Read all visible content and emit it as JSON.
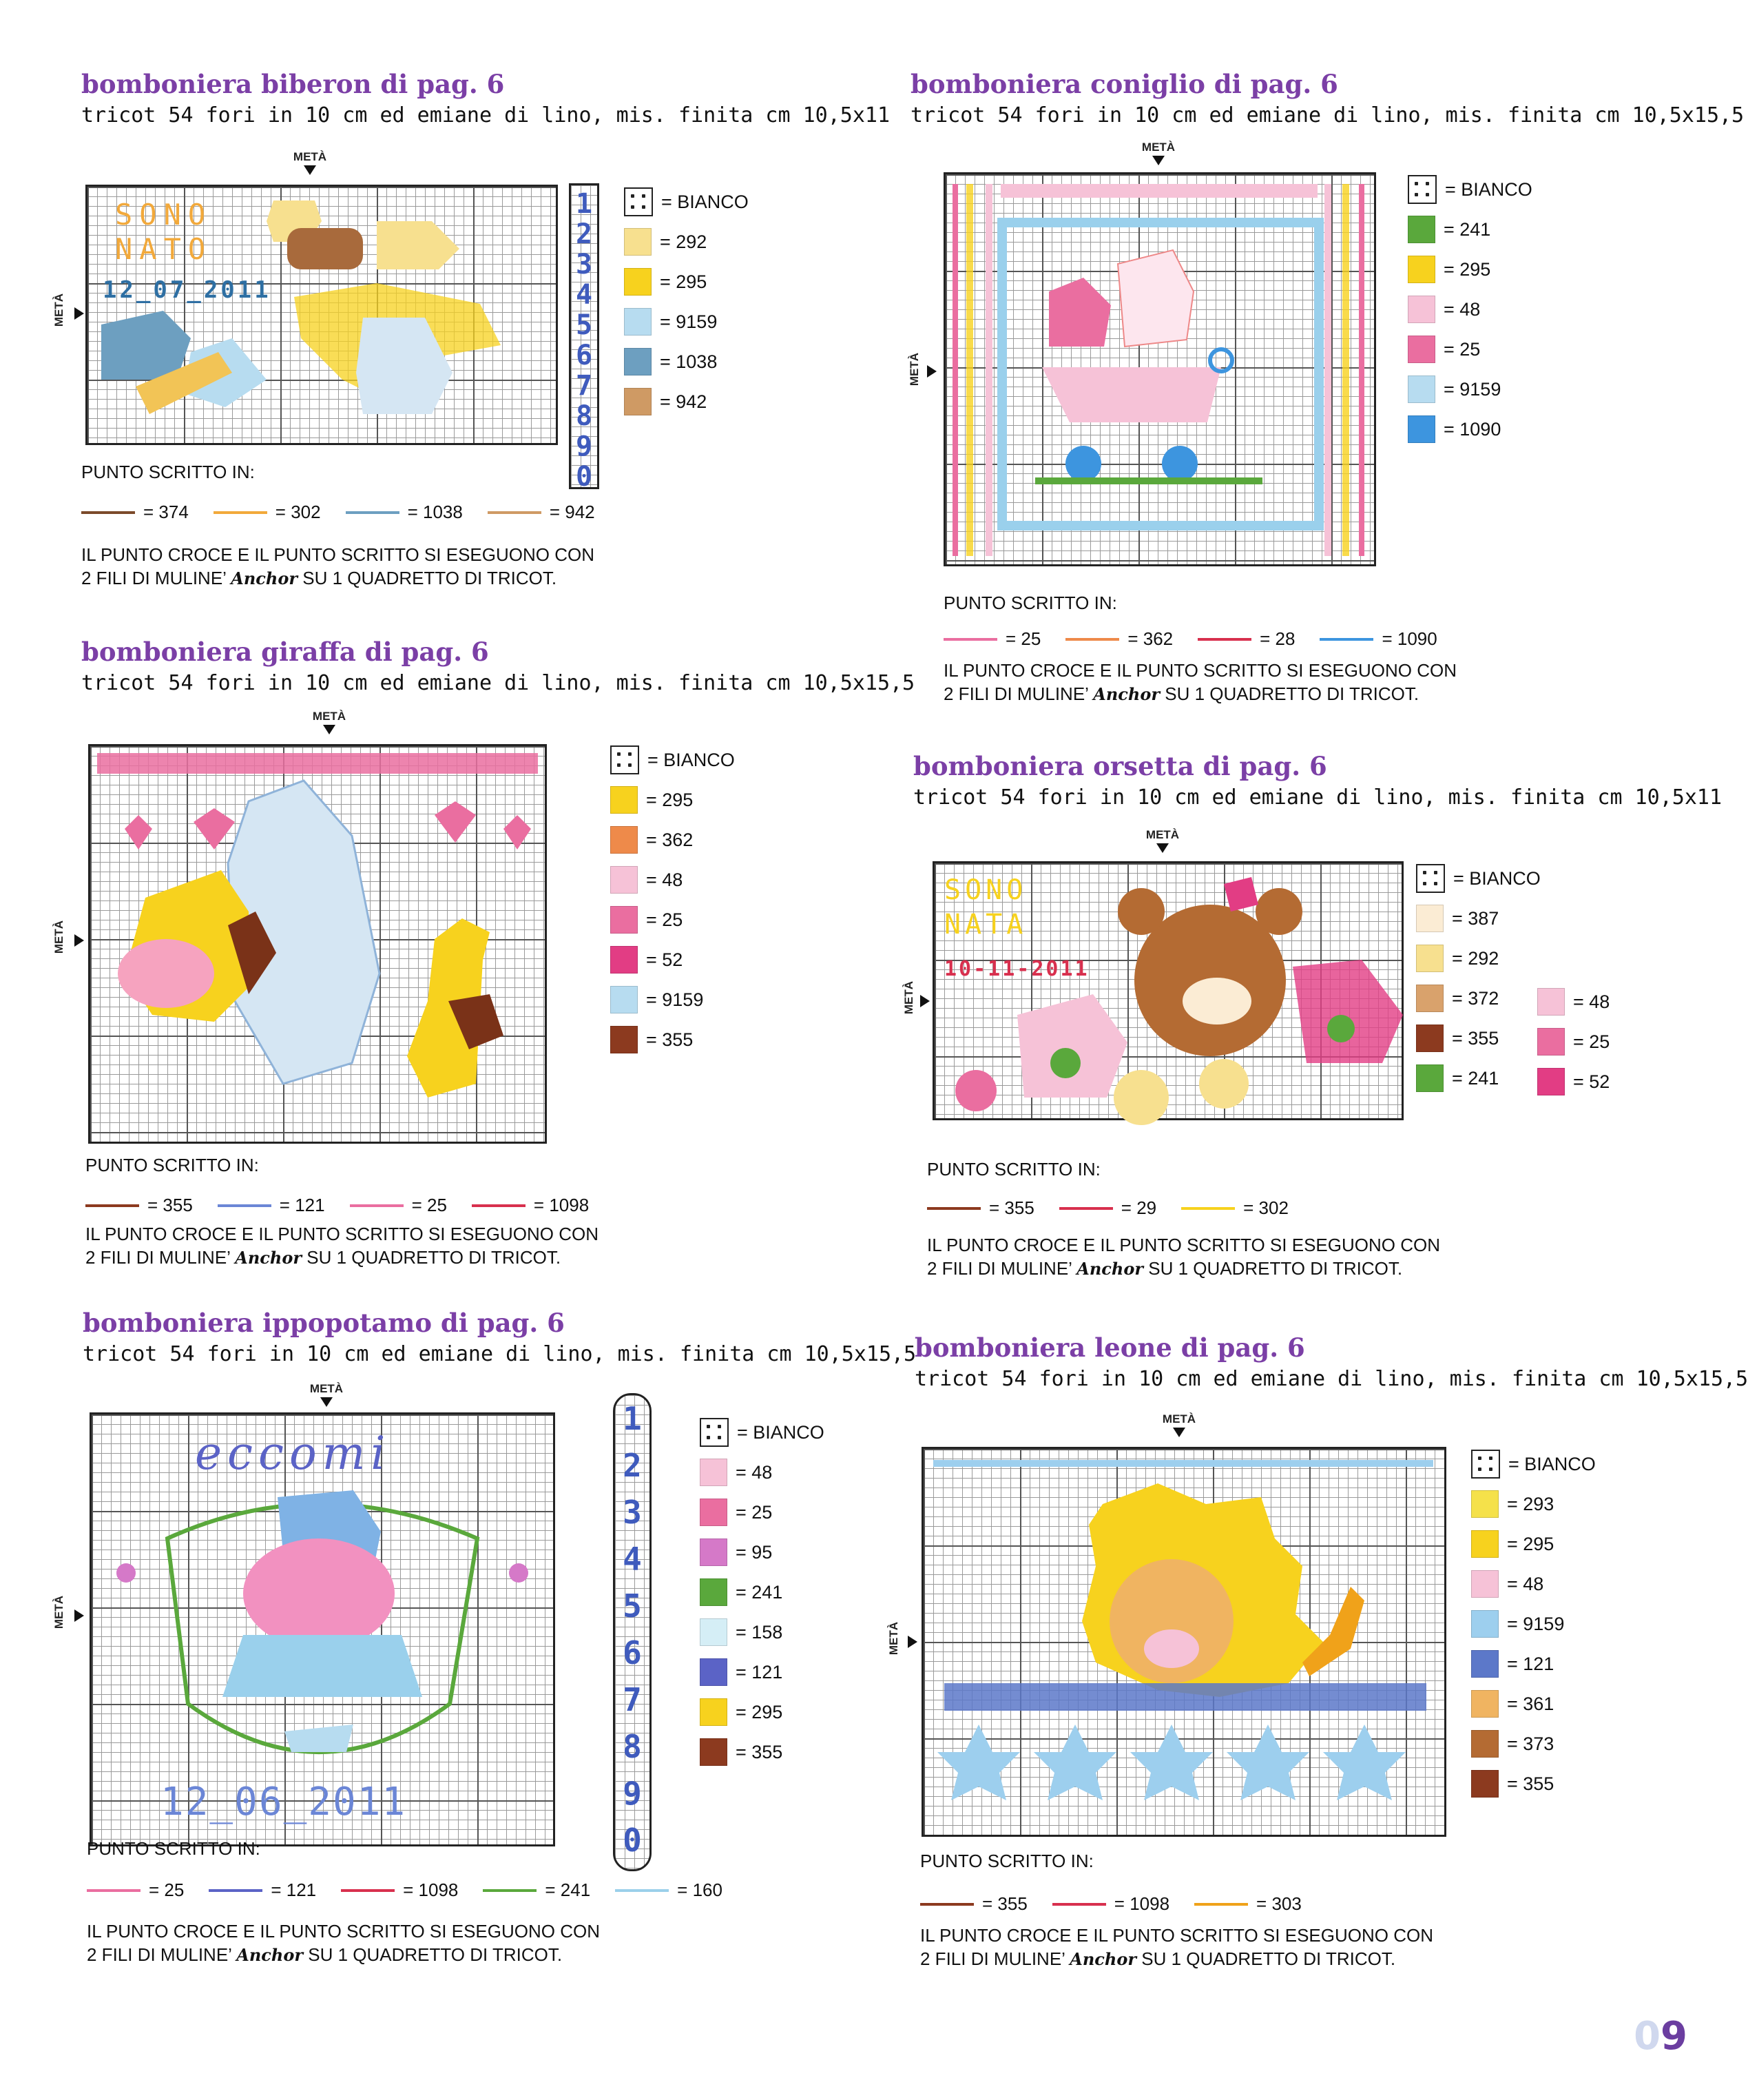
{
  "page_number": "9",
  "meta_label": "METÀ",
  "punto_scritto_label": "PUNTO SCRITTO IN:",
  "note_line1": "IL PUNTO CROCE E IL PUNTO SCRITTO SI ESEGUONO CON",
  "note_line2_pre": "2 FILI DI MULINE’",
  "note_brand": "Anchor",
  "note_line2_post": "SU 1 QUADRETTO DI TRICOT.",
  "sections": [
    {
      "title": "bomboniera biberon di pag. 6",
      "subtitle": "tricot 54 fori in 10 cm ed emiane di lino, mis. finita cm 10,5x11",
      "chart_text": [
        "SONO",
        "NATO",
        "12_07_2011"
      ],
      "numbers": [
        "1",
        "2",
        "3",
        "4",
        "5",
        "6",
        "7",
        "8",
        "9",
        "0"
      ],
      "legend": [
        {
          "code": "BIANCO",
          "color": "#ffffff",
          "bianco": true
        },
        {
          "code": "292",
          "color": "#f7e08f"
        },
        {
          "code": "295",
          "color": "#f7d21e"
        },
        {
          "code": "9159",
          "color": "#b7dcf0"
        },
        {
          "code": "1038",
          "color": "#6d9fc0"
        },
        {
          "code": "942",
          "color": "#cf9a64"
        }
      ],
      "punto_scritto": [
        {
          "code": "374",
          "color": "#7b4a2a"
        },
        {
          "code": "302",
          "color": "#f2a93b"
        },
        {
          "code": "1038",
          "color": "#6d9fc0"
        },
        {
          "code": "942",
          "color": "#cf9a64"
        }
      ]
    },
    {
      "title": "bomboniera coniglio di pag. 6",
      "subtitle": "tricot 54 fori in 10 cm ed emiane di lino, mis. finita cm 10,5x15,5",
      "legend": [
        {
          "code": "BIANCO",
          "color": "#ffffff",
          "bianco": true
        },
        {
          "code": "241",
          "color": "#5aa83c"
        },
        {
          "code": "295",
          "color": "#f7d21e"
        },
        {
          "code": "48",
          "color": "#f6c2d7"
        },
        {
          "code": "25",
          "color": "#ea6ea0"
        },
        {
          "code": "9159",
          "color": "#b7dcf0"
        },
        {
          "code": "1090",
          "color": "#3d95df"
        }
      ],
      "punto_scritto": [
        {
          "code": "25",
          "color": "#ea6ea0"
        },
        {
          "code": "362",
          "color": "#ee8a4a"
        },
        {
          "code": "28",
          "color": "#d8304e"
        },
        {
          "code": "1090",
          "color": "#3d95df"
        }
      ]
    },
    {
      "title": "bomboniera giraffa di pag. 6",
      "subtitle": "tricot 54 fori in 10 cm ed emiane di lino, mis. finita cm 10,5x15,5",
      "legend": [
        {
          "code": "BIANCO",
          "color": "#ffffff",
          "bianco": true
        },
        {
          "code": "295",
          "color": "#f7d21e"
        },
        {
          "code": "362",
          "color": "#ee8a4a"
        },
        {
          "code": "48",
          "color": "#f6c2d7"
        },
        {
          "code": "25",
          "color": "#ea6ea0"
        },
        {
          "code": "52",
          "color": "#e23d84"
        },
        {
          "code": "9159",
          "color": "#b7dcf0"
        },
        {
          "code": "355",
          "color": "#8c3a1f"
        }
      ],
      "punto_scritto": [
        {
          "code": "355",
          "color": "#8c3a1f"
        },
        {
          "code": "121",
          "color": "#6b86d6"
        },
        {
          "code": "25",
          "color": "#ea6ea0"
        },
        {
          "code": "1098",
          "color": "#d8304e"
        }
      ]
    },
    {
      "title": "bomboniera orsetta di pag. 6",
      "subtitle": "tricot 54 fori in 10 cm ed emiane di lino, mis. finita cm 10,5x11",
      "chart_text": [
        "SONO",
        "NATA",
        "10-11-2011"
      ],
      "legend": [
        {
          "code": "BIANCO",
          "color": "#ffffff",
          "bianco": true
        },
        {
          "code": "387",
          "color": "#fbecd4"
        },
        {
          "code": "292",
          "color": "#f7e08f"
        },
        {
          "code": "372",
          "color": "#d9a26c"
        },
        {
          "code": "355",
          "color": "#8c3a1f"
        },
        {
          "code": "241",
          "color": "#5aa83c"
        }
      ],
      "legend2": [
        {
          "code": "48",
          "color": "#f6c2d7"
        },
        {
          "code": "25",
          "color": "#ea6ea0"
        },
        {
          "code": "52",
          "color": "#e23d84"
        }
      ],
      "punto_scritto": [
        {
          "code": "355",
          "color": "#8c3a1f"
        },
        {
          "code": "29",
          "color": "#d8304e"
        },
        {
          "code": "302",
          "color": "#f7d21e"
        }
      ]
    },
    {
      "title": "bomboniera ippopotamo di pag. 6",
      "subtitle": "tricot 54 fori in 10 cm ed emiane di lino, mis. finita cm 10,5x15,5",
      "chart_text": [
        "eccomi",
        "12_06_2011"
      ],
      "numbers": [
        "1",
        "2",
        "3",
        "4",
        "5",
        "6",
        "7",
        "8",
        "9",
        "0"
      ],
      "legend": [
        {
          "code": "BIANCO",
          "color": "#ffffff",
          "bianco": true
        },
        {
          "code": "48",
          "color": "#f6c2d7"
        },
        {
          "code": "25",
          "color": "#ea6ea0"
        },
        {
          "code": "95",
          "color": "#d579c8"
        },
        {
          "code": "241",
          "color": "#5aa83c"
        },
        {
          "code": "158",
          "color": "#d5eef6"
        },
        {
          "code": "121",
          "color": "#5b63c6"
        },
        {
          "code": "295",
          "color": "#f7d21e"
        },
        {
          "code": "355",
          "color": "#8c3a1f"
        }
      ],
      "punto_scritto": [
        {
          "code": "25",
          "color": "#ea6ea0"
        },
        {
          "code": "121",
          "color": "#5b63c6"
        },
        {
          "code": "1098",
          "color": "#d8304e"
        },
        {
          "code": "241",
          "color": "#5aa83c"
        },
        {
          "code": "160",
          "color": "#9bd0ea"
        }
      ]
    },
    {
      "title": "bomboniera leone di pag. 6",
      "subtitle": "tricot 54 fori in 10 cm ed emiane di lino, mis. finita cm 10,5x15,5",
      "legend": [
        {
          "code": "BIANCO",
          "color": "#ffffff",
          "bianco": true
        },
        {
          "code": "293",
          "color": "#f5e14a"
        },
        {
          "code": "295",
          "color": "#f7d21e"
        },
        {
          "code": "48",
          "color": "#f6c2d7"
        },
        {
          "code": "9159",
          "color": "#9dcfee"
        },
        {
          "code": "121",
          "color": "#5c78c9"
        },
        {
          "code": "361",
          "color": "#f0b461"
        },
        {
          "code": "373",
          "color": "#b46b33"
        },
        {
          "code": "355",
          "color": "#8c3a1f"
        }
      ],
      "punto_scritto": [
        {
          "code": "355",
          "color": "#8c3a1f"
        },
        {
          "code": "1098",
          "color": "#d8304e"
        },
        {
          "code": "303",
          "color": "#f0a21a"
        }
      ]
    }
  ]
}
